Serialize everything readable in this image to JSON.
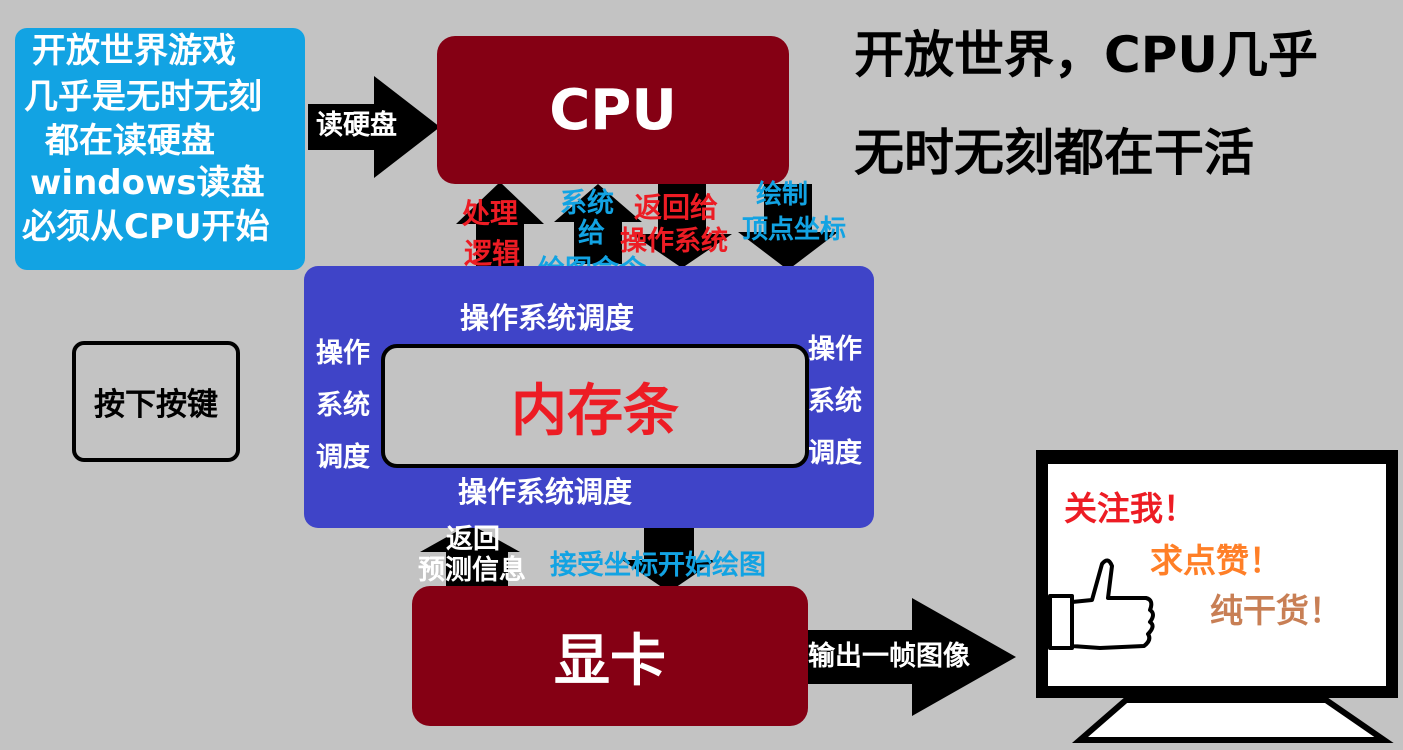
{
  "note_box": {
    "lines": [
      "开放世界游戏",
      "几乎是无时无刻",
      "都在读硬盘",
      "windows读盘",
      "必须从CPU开始"
    ],
    "color": "#12a3e3"
  },
  "headline": {
    "line1": "开放世界，CPU几乎",
    "line2": "无时无刻都在干活"
  },
  "cpu": {
    "label": "CPU",
    "color": "#850014"
  },
  "gpu": {
    "label": "显卡",
    "color": "#850014"
  },
  "memory": {
    "label": "内存条",
    "panel_color": "#3f44c8",
    "label_color": "#ed1c24",
    "top_label": "操作系统调度",
    "bottom_label": "操作系统调度",
    "left_label": [
      "操作",
      "系统",
      "调度"
    ],
    "right_label": [
      "操作",
      "系统",
      "调度"
    ]
  },
  "key_box": {
    "label": "按下按键"
  },
  "arrows": {
    "read_disk": "读硬盘",
    "process_logic": [
      "处理",
      "逻辑"
    ],
    "system_give": [
      "系统",
      "给"
    ],
    "draw_command": "绘图命令",
    "return_to_os": [
      "返回给",
      "操作系统"
    ],
    "draw_vertex": [
      "绘制",
      "顶点坐标"
    ],
    "return_predict": [
      "返回",
      "预测信息"
    ],
    "accept_coords": "接受坐标开始绘图",
    "output_frame": "输出一帧图像"
  },
  "monitor": {
    "follow": "关注我！",
    "like": "求点赞！",
    "dry": "纯干货！",
    "colors": {
      "follow": "#ed1c24",
      "like": "#ff7f27",
      "dry": "#c87f55"
    }
  },
  "colors": {
    "accent_red": "#ed1c24",
    "accent_blue": "#12a3e3",
    "arrow_black": "#000000"
  }
}
